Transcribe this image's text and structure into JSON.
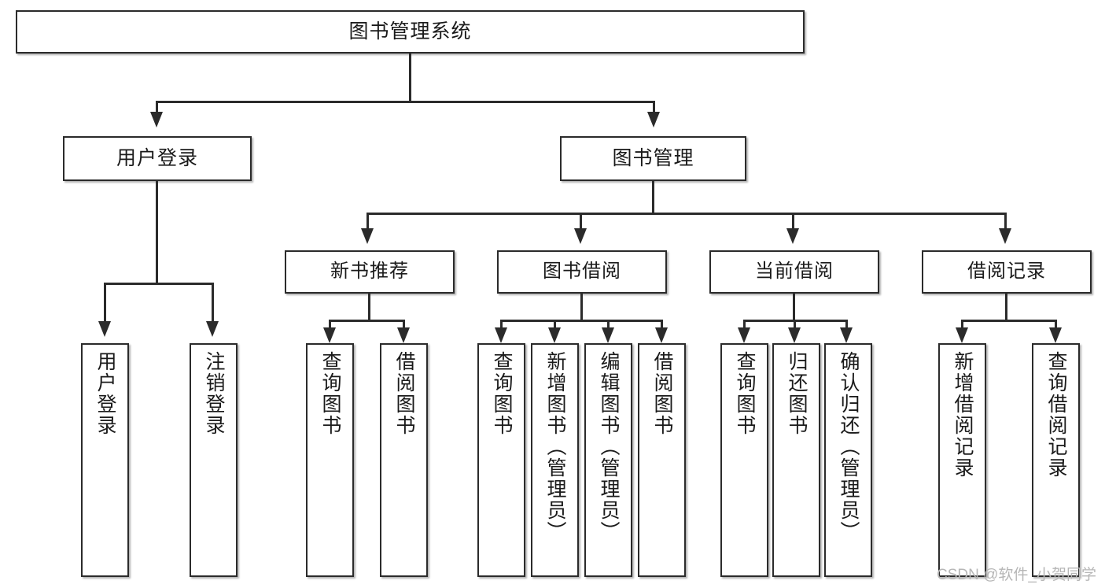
{
  "diagram": {
    "type": "tree-hierarchy",
    "title": "图书管理系统",
    "root": {
      "label": "图书管理系统"
    },
    "level2": [
      {
        "id": "user-login",
        "label": "用户登录"
      },
      {
        "id": "book-management",
        "label": "图书管理"
      }
    ],
    "level3": [
      {
        "id": "new-book-recommend",
        "label": "新书推荐",
        "parent": "book-management"
      },
      {
        "id": "book-borrow",
        "label": "图书借阅",
        "parent": "book-management"
      },
      {
        "id": "current-borrow",
        "label": "当前借阅",
        "parent": "book-management"
      },
      {
        "id": "borrow-record",
        "label": "借阅记录",
        "parent": "book-management"
      }
    ],
    "leaves": {
      "user_login": [
        {
          "id": "leaf-user-login",
          "label": "用户登录"
        },
        {
          "id": "leaf-logout-login",
          "label": "注销登录"
        }
      ],
      "new_book_recommend": [
        {
          "id": "leaf-query-book-1",
          "label": "查询图书"
        },
        {
          "id": "leaf-borrow-book-1",
          "label": "借阅图书"
        }
      ],
      "book_borrow": [
        {
          "id": "leaf-query-book-2",
          "label": "查询图书"
        },
        {
          "id": "leaf-add-book",
          "label": "新增图书（管理员）"
        },
        {
          "id": "leaf-edit-book",
          "label": "编辑图书（管理员）"
        },
        {
          "id": "leaf-borrow-book-2",
          "label": "借阅图书"
        }
      ],
      "current_borrow": [
        {
          "id": "leaf-query-book-3",
          "label": "查询图书"
        },
        {
          "id": "leaf-return-book",
          "label": "归还图书"
        },
        {
          "id": "leaf-confirm-return",
          "label": "确认归还（管理员）"
        }
      ],
      "borrow_record": [
        {
          "id": "leaf-add-record",
          "label": "新增借阅记录"
        },
        {
          "id": "leaf-query-record",
          "label": "查询借阅记录"
        }
      ]
    }
  },
  "watermark": {
    "text": "CSDN @软件_小贺同学"
  },
  "colors": {
    "stroke": "#2b2b2b",
    "box_fill": "#ffffff",
    "text": "#1a1a1a",
    "background": "#ffffff",
    "watermark": "#b6b6b6"
  }
}
